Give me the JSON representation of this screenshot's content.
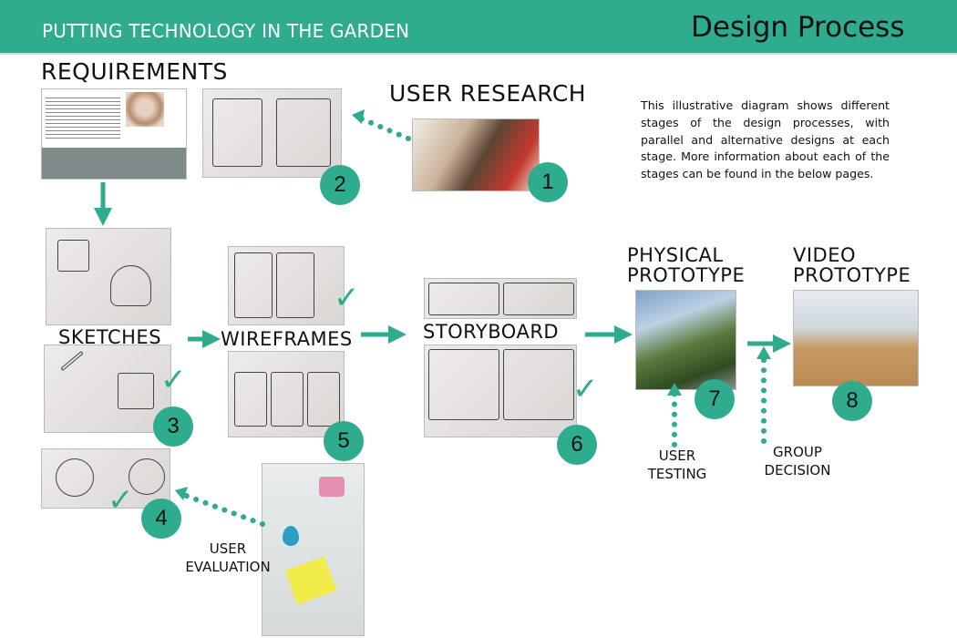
{
  "header": {
    "title": "PUTTING TECHNOLOGY IN THE GARDEN",
    "section": "Design Process"
  },
  "description": "This illustrative diagram shows different stages of the design processes, with parallel and alternative designs at each stage. More information about each of the stages can be found in the below pages.",
  "stages": {
    "requirements": "REQUIREMENTS",
    "user_research": "USER RESEARCH",
    "sketches": "SKETCHES",
    "wireframes": "WIREFRAMES",
    "storyboard": "STORYBOARD",
    "physical_prototype": "PHYSICAL PROTOTYPE",
    "video_prototype": "VIDEO PROTOTYPE"
  },
  "annotations": {
    "user_testing": "USER TESTING",
    "group_decision": "GROUP DECISION",
    "user_evaluation": "USER EVALUATION"
  },
  "steps": [
    "1",
    "2",
    "3",
    "4",
    "5",
    "6",
    "7",
    "8"
  ],
  "check_glyph": "✓",
  "colors": {
    "accent": "#2fac8d"
  }
}
